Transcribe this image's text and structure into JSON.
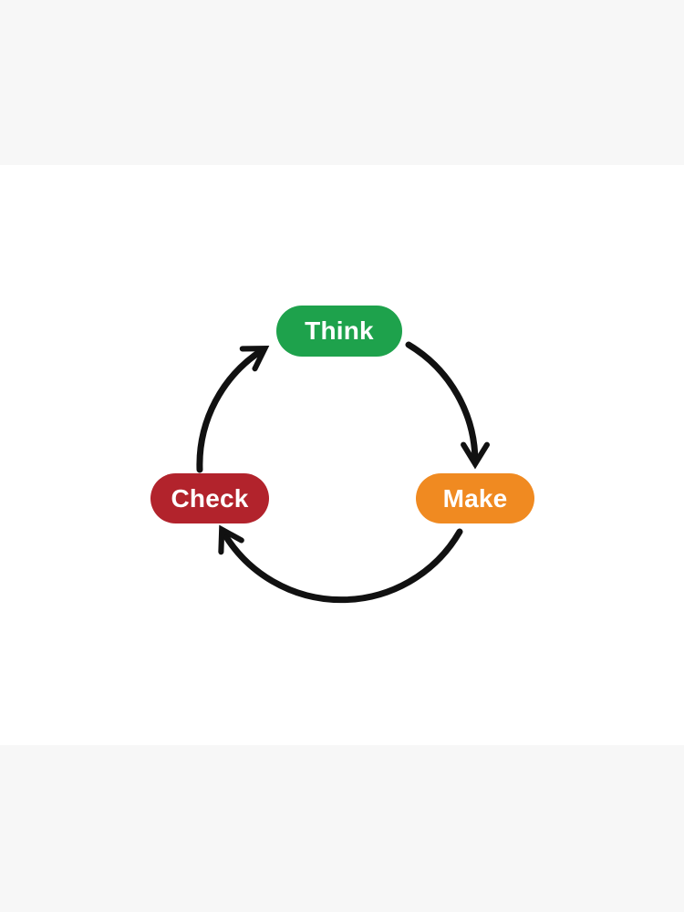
{
  "page": {
    "band_color": "#f7f7f7",
    "canvas_color": "#ffffff"
  },
  "diagram": {
    "type": "cycle",
    "arrow_color": "#111111",
    "nodes": [
      {
        "id": "think",
        "label": "Think",
        "fill": "#1ea24c",
        "text_color": "#ffffff",
        "position": "top"
      },
      {
        "id": "make",
        "label": "Make",
        "fill": "#f08a21",
        "text_color": "#ffffff",
        "position": "right"
      },
      {
        "id": "check",
        "label": "Check",
        "fill": "#b2232c",
        "text_color": "#ffffff",
        "position": "left"
      }
    ],
    "edges": [
      {
        "from": "Think",
        "to": "Make"
      },
      {
        "from": "Make",
        "to": "Check"
      },
      {
        "from": "Check",
        "to": "Think"
      }
    ]
  }
}
